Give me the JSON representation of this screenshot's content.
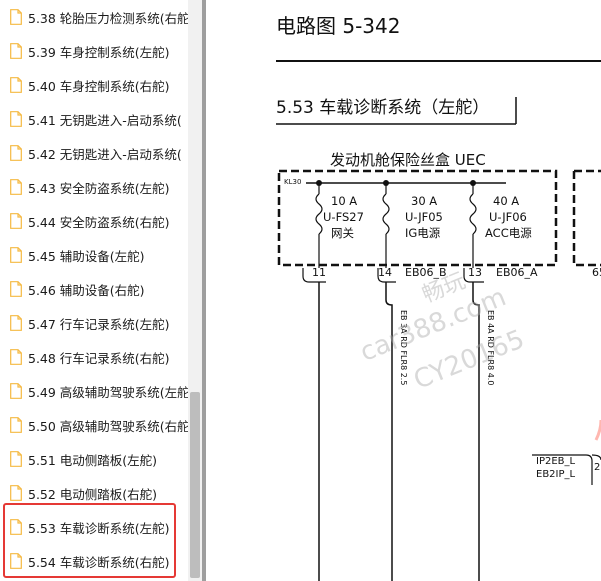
{
  "sidebar": {
    "items": [
      {
        "label": "5.38 轮胎压力检测系统(右舵"
      },
      {
        "label": "5.39 车身控制系统(左舵)"
      },
      {
        "label": "5.40 车身控制系统(右舵)"
      },
      {
        "label": "5.41 无钥匙进入-启动系统("
      },
      {
        "label": "5.42 无钥匙进入-启动系统("
      },
      {
        "label": "5.43 安全防盗系统(左舵)"
      },
      {
        "label": "5.44 安全防盗系统(右舵)"
      },
      {
        "label": "5.45 辅助设备(左舵)"
      },
      {
        "label": "5.46 辅助设备(右舵)"
      },
      {
        "label": "5.47 行车记录系统(左舵)"
      },
      {
        "label": "5.48 行车记录系统(右舵)"
      },
      {
        "label": "5.49 高级辅助驾驶系统(左舵"
      },
      {
        "label": "5.50 高级辅助驾驶系统(右舵"
      },
      {
        "label": "5.51 电动侧踏板(左舵)"
      },
      {
        "label": "5.52 电动侧踏板(右舵)"
      },
      {
        "label": "5.53 车载诊断系统(左舵)"
      },
      {
        "label": "5.54 车载诊断系统(右舵)"
      }
    ]
  },
  "document": {
    "page_title": "电路图  5-342",
    "section_title": "5.53  车载诊断系统（左舵）",
    "fuse_box_title": "发动机舱保险丝盒 UEC",
    "bus_label": "KL30",
    "fuses": [
      {
        "rating": "10 A",
        "code": "U-FS27",
        "name": "网关"
      },
      {
        "rating": "30 A",
        "code": "U-JF05",
        "name": "IG电源"
      },
      {
        "rating": "40 A",
        "code": "U-JF06",
        "name": "ACC电源"
      }
    ],
    "pins": [
      "11",
      "14",
      "13",
      "65"
    ],
    "connectors": [
      "EB06_B",
      "EB06_A"
    ],
    "wire_labels": [
      "EB 3A RD FLR8 2.5",
      "EB 4A RD FLR8 4.0"
    ],
    "partial_labels": [
      "IP2EB_L",
      "EB2IP_L",
      "2"
    ],
    "watermarks": [
      "畅玩",
      "car388.com",
      "CY20165"
    ]
  },
  "colors": {
    "highlight": "#e53935",
    "scroll_thumb": "#bdbdbd",
    "divider": "#9e9e9e",
    "doc_icon": "#f5b942"
  }
}
